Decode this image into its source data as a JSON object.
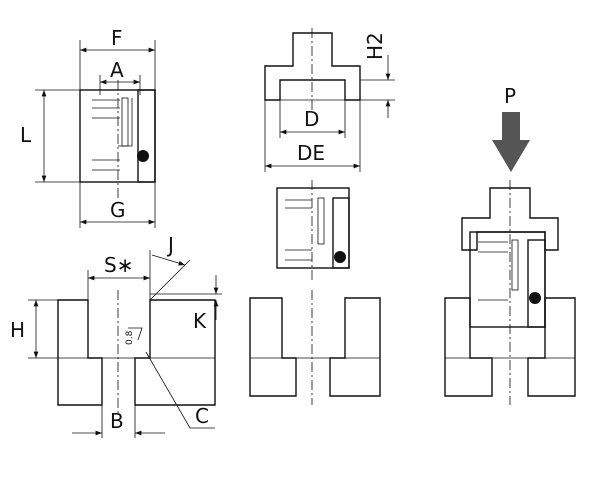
{
  "labels": {
    "F": "F",
    "A": "A",
    "L": "L",
    "G": "G",
    "S": "S∗",
    "J": "J",
    "H": "H",
    "K": "K",
    "B": "B",
    "C": "C",
    "roughness": "0.8",
    "H2": "H2",
    "D": "D",
    "DE": "DE",
    "P": "P"
  },
  "colors": {
    "line": "#111111",
    "arrow": "#555555"
  }
}
